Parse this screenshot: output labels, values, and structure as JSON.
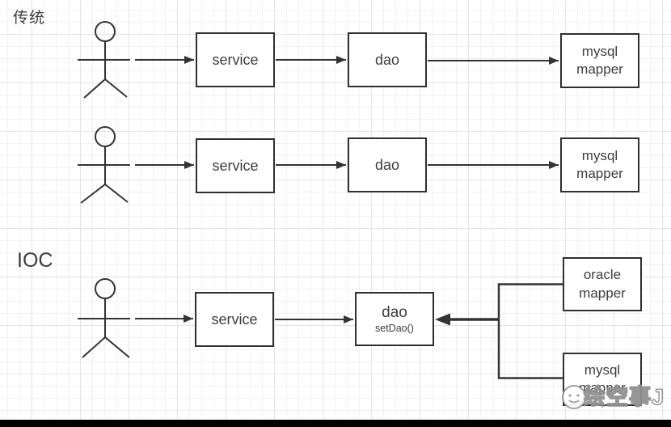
{
  "section_traditional": {
    "label": "传统",
    "row1": {
      "service": "service",
      "dao": "dao",
      "mapper": "mysql\nmapper"
    },
    "row2": {
      "service": "service",
      "dao": "dao",
      "mapper": "mysql\nmapper"
    }
  },
  "section_ioc": {
    "label": "IOC",
    "service": "service",
    "dao": "dao",
    "dao_method": "setDao()",
    "oracle_mapper": "oracle\nmapper",
    "mysql_mapper": "mysql\nmapper"
  },
  "watermark": {
    "text": "绘空事J"
  },
  "colors": {
    "line": "#333333",
    "box_border": "#2f2f2f",
    "text": "#3d3d3d",
    "grid_minor": "#f1f1f1",
    "grid_major": "#e4e4e4",
    "bottom_bar": "#000000"
  }
}
